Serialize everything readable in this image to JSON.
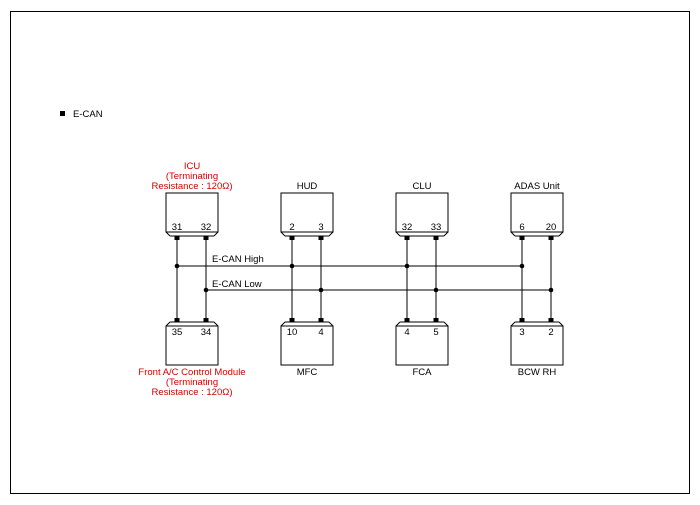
{
  "section": {
    "bullet": "■",
    "label": "E-CAN"
  },
  "bus": {
    "high": "E-CAN High",
    "low": "E-CAN Low"
  },
  "top_modules": [
    {
      "name": "ICU",
      "sub1": "(Terminating",
      "sub2": "Resistance : 120Ω)",
      "pins": [
        "31",
        "32"
      ],
      "highlight": true
    },
    {
      "name": "HUD",
      "pins": [
        "2",
        "3"
      ]
    },
    {
      "name": "CLU",
      "pins": [
        "32",
        "33"
      ]
    },
    {
      "name": "ADAS Unit",
      "pins": [
        "6",
        "20"
      ]
    }
  ],
  "bottom_modules": [
    {
      "name": "Front A/C Control Module",
      "sub1": "(Terminating",
      "sub2": "Resistance : 120Ω)",
      "pins": [
        "35",
        "34"
      ],
      "highlight": true
    },
    {
      "name": "MFC",
      "pins": [
        "10",
        "4"
      ]
    },
    {
      "name": "FCA",
      "pins": [
        "4",
        "5"
      ]
    },
    {
      "name": "BCW RH",
      "pins": [
        "3",
        "2"
      ]
    }
  ],
  "colors": {
    "highlight": "#d40000",
    "line": "#000000"
  }
}
